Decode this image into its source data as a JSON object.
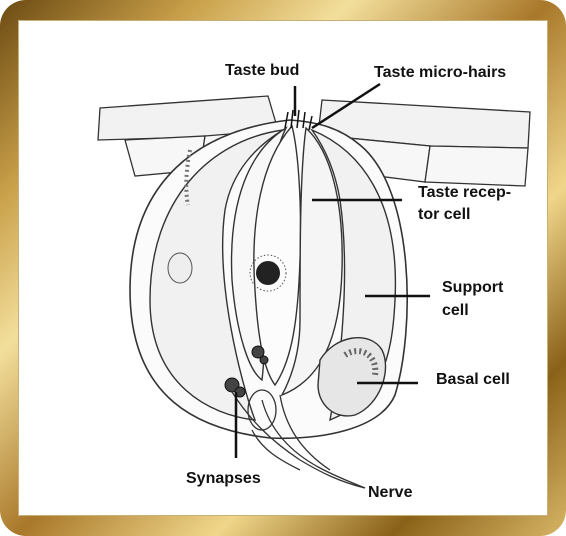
{
  "labels": {
    "taste_bud": "Taste bud",
    "taste_micro_hairs": "Taste micro-hairs",
    "taste_receptor_cell_line1": "Taste recep-",
    "taste_receptor_cell_line2": "tor cell",
    "support_cell_line1": "Support",
    "support_cell_line2": "cell",
    "basal_cell": "Basal cell",
    "synapses": "Synapses",
    "nerve": "Nerve"
  },
  "colors": {
    "frame_gold": "#c9a04a",
    "background": "#ffffff",
    "ink": "#111111"
  }
}
